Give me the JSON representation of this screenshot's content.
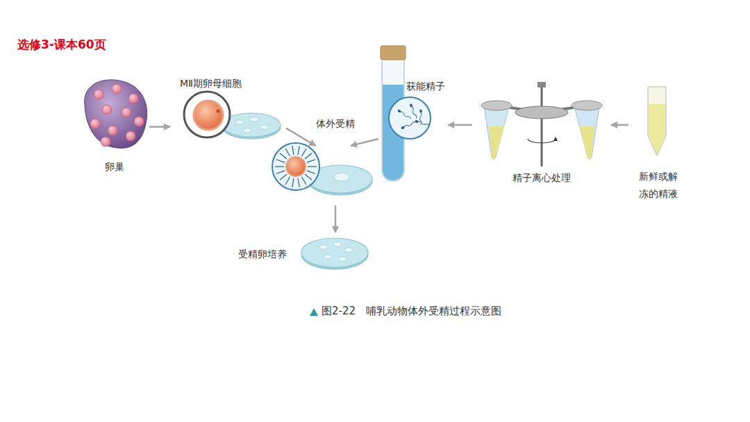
{
  "diagram": {
    "caption": "图2-22　哺乳动物体外受精过程示意图",
    "nodes": [
      {
        "text": [
          "卵巢"
        ]
      },
      {
        "text": [
          "MⅡ期卵母细胞"
        ]
      },
      {
        "text": [
          "体外受精"
        ]
      },
      {
        "text": [
          "获能精子"
        ]
      },
      {
        "text": [
          "精子离心处理"
        ]
      },
      {
        "text": [
          "新鲜或解冻的精液"
        ]
      },
      {
        "text": [
          "受精卵培养"
        ]
      }
    ],
    "edges": [
      {
        "from": 0,
        "to": 1,
        "arrow": "to"
      },
      {
        "from": 1,
        "to": 2,
        "arrow": "to"
      },
      {
        "from": 3,
        "to": 2,
        "arrow": "to"
      },
      {
        "from": 4,
        "to": 3,
        "arrow": "to"
      },
      {
        "from": 5,
        "to": 4,
        "arrow": "to"
      },
      {
        "from": 2,
        "to": 6,
        "arrow": "to"
      }
    ],
    "labels": [
      "选修3-课本60页"
    ]
  }
}
